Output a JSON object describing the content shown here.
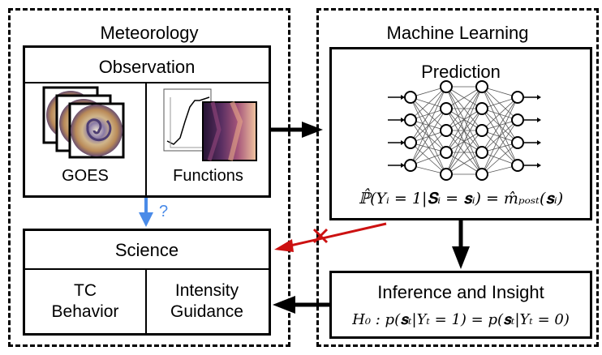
{
  "meteorology": {
    "title": "Meteorology",
    "observation": {
      "title": "Observation",
      "goes_label": "GOES",
      "functions_label": "Functions"
    },
    "question_mark": "?"
  },
  "machine_learning": {
    "title": "Machine Learning",
    "prediction": {
      "title": "Prediction",
      "equation": "ℙ̂(Yᵢ = 1|𝐒ᵢ = 𝐬ᵢ) = m̂ₚₒₛₜ(𝐬ᵢ)"
    },
    "inference": {
      "title": "Inference and Insight",
      "hypothesis": "H₀ : p(𝐬ₜ|Yₜ = 1) = p(𝐬ₜ|Yₜ = 0)"
    }
  },
  "science": {
    "title": "Science",
    "tc_behavior": "TC Behavior",
    "intensity_guidance": "Intensity Guidance"
  },
  "colors": {
    "question_arrow": "#4a8be8",
    "blocked_arrow": "#cc1111",
    "storm_purple": "#5a4a80",
    "storm_tan": "#c9a16a",
    "heatmap_dark": "#3d1f4e",
    "heatmap_mid": "#a5557a",
    "heatmap_light": "#e9b597"
  },
  "icons": [
    "goes-satellite-image-stack",
    "function-plot-icon",
    "heatmap-icon",
    "neural-network-icon",
    "cross-mark-icon"
  ]
}
